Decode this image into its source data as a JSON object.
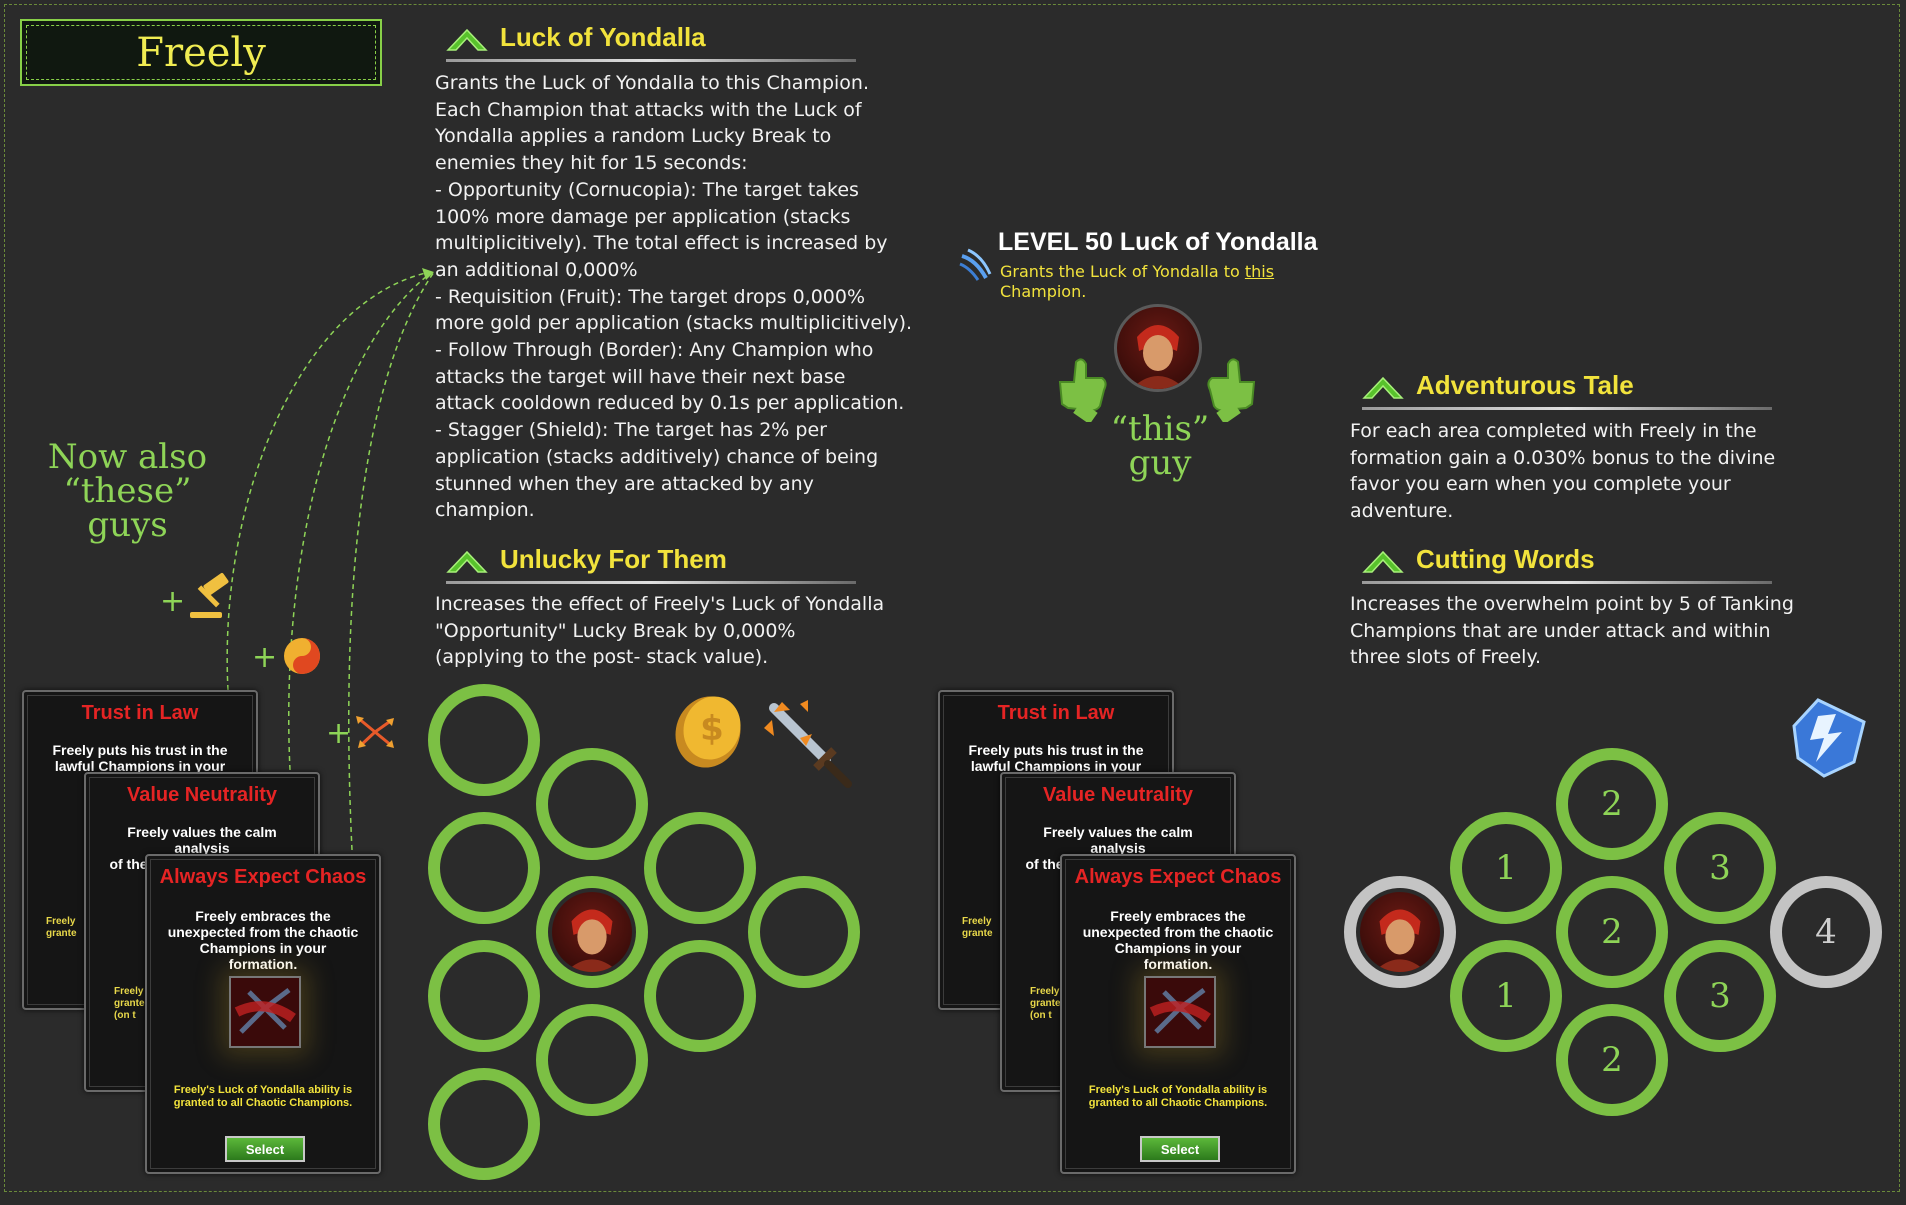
{
  "champion_name": "Freely",
  "luck": {
    "title": "Luck of Yondalla",
    "lines": [
      "Grants the Luck of Yondalla to this Champion.",
      "Each Champion that attacks with the Luck of",
      "Yondalla applies a random Lucky Break to",
      "enemies they hit for 15 seconds:",
      "- Opportunity (Cornucopia): The target takes",
      "100% more damage per application (stacks",
      "multiplicitively). The total effect is increased by",
      "an additional 0,000%",
      "- Requisition (Fruit): The target drops 0,000%",
      "more gold per application (stacks multiplicitively).",
      "- Follow Through (Border): Any Champion who",
      "attacks the target will have their next base",
      "attack cooldown reduced by 0.1s per application.",
      "- Stagger (Shield): The target has 2% per",
      "application (stacks additively) chance of being",
      "stunned when they are attacked by any",
      "champion."
    ]
  },
  "unlucky": {
    "title": "Unlucky For Them",
    "lines": [
      "Increases the effect of Freely's Luck of Yondalla",
      "\"Opportunity\" Lucky Break by 0,000%",
      "(applying to the post- stack value)."
    ]
  },
  "level50": {
    "title": "LEVEL 50 Luck of Yondalla",
    "sub_part1": "Grants the Luck of Yondalla to",
    "sub_underlined": "this",
    "sub_part2": "Champion."
  },
  "this_guy": {
    "line1": "“this”",
    "line2": "guy"
  },
  "these_guys": {
    "line1": "Now also",
    "line2": "“these”",
    "line3": "guys"
  },
  "adventurous": {
    "title": "Adventurous Tale",
    "lines": [
      "For each area completed with Freely in the",
      "formation gain a 0.030% bonus to the divine",
      "favor you earn when you complete your",
      "adventure."
    ]
  },
  "cutting": {
    "title": "Cutting Words",
    "lines": [
      "Increases the overwhelm point by 5 of Tanking",
      "Champions that are under attack and within",
      "three slots of Freely."
    ]
  },
  "plus_signs": [
    "+",
    "+",
    "+"
  ],
  "cards": {
    "trust_title": "Trust in Law",
    "trust_lines": [
      "Freely puts his trust in the",
      "lawful Champions in your"
    ],
    "neutral_title": "Value Neutrality",
    "neutral_lines": [
      "Freely values the calm analysis",
      "of the neutral Champions in"
    ],
    "peek_top": [
      "Freely",
      "grante"
    ],
    "peek_mid": [
      "Freely",
      "grante",
      "(on t"
    ],
    "chaos_title": "Always Expect Chaos",
    "chaos_lines": [
      "Freely embraces the",
      "unexpected from the chaotic",
      "Champions in your formation."
    ],
    "chaos_foot": [
      "Freely's Luck of Yondalla ability is",
      "granted to all Chaotic Champions."
    ],
    "select_label": "Select"
  },
  "formation_right_numbers": [
    "2",
    "1",
    "3",
    "2",
    "4",
    "1",
    "3",
    "2"
  ],
  "icons": [
    "up-chevron-icon",
    "gavel-icon",
    "yin-yang-icon",
    "arrows-icon",
    "gold-coin-icon",
    "sword-icon",
    "claw-swipe-icon",
    "thumbs-up-icon",
    "lightning-shield-icon"
  ],
  "colors": {
    "accent_green": "#7cc044",
    "title_yellow": "#f2e33c",
    "card_red": "#e52424",
    "bg": "#2b2b2b"
  }
}
